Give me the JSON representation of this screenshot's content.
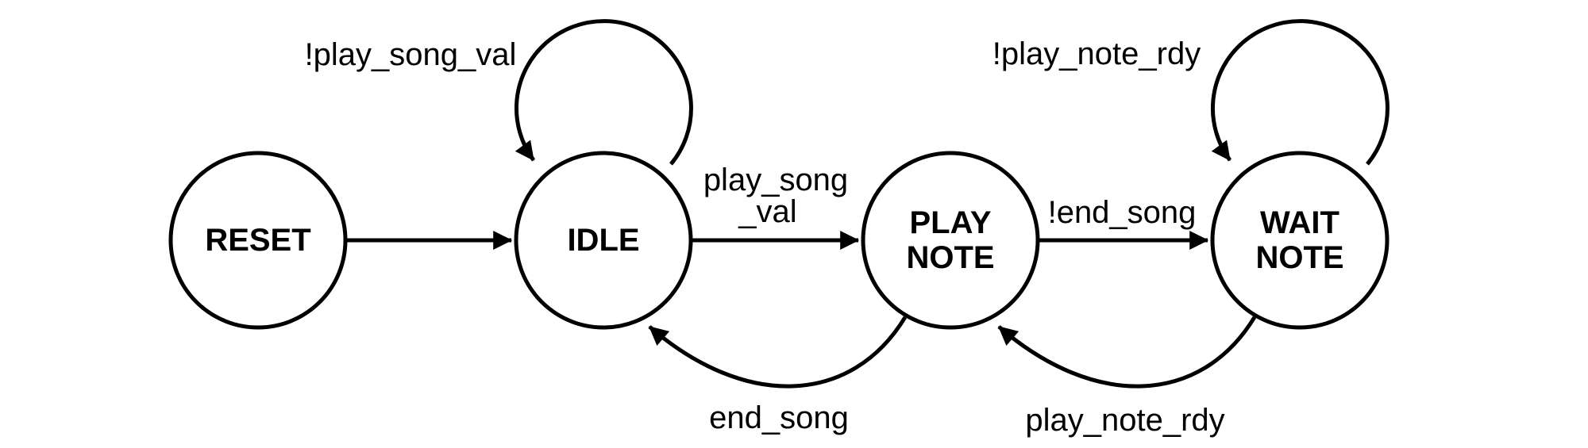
{
  "diagram": {
    "type": "finite-state-machine",
    "colors": {
      "stroke": "#000000",
      "text": "#000000",
      "background": "#ffffff"
    },
    "states": {
      "reset": {
        "label": "RESET"
      },
      "idle": {
        "label": "IDLE"
      },
      "play_note": {
        "label": "PLAY NOTE",
        "line1": "PLAY",
        "line2": "NOTE"
      },
      "wait_note": {
        "label": "WAIT NOTE",
        "line1": "WAIT",
        "line2": "NOTE"
      }
    },
    "transitions": {
      "reset_to_idle": {
        "from": "RESET",
        "to": "IDLE",
        "label": ""
      },
      "idle_self_loop": {
        "from": "IDLE",
        "to": "IDLE",
        "label": "!play_song_val"
      },
      "idle_to_play_note": {
        "from": "IDLE",
        "to": "PLAY NOTE",
        "label": "play_song _val",
        "label_line1": "play_song",
        "label_line2": "_val"
      },
      "play_note_to_wait_note": {
        "from": "PLAY NOTE",
        "to": "WAIT NOTE",
        "label": "!end_song"
      },
      "wait_note_self_loop": {
        "from": "WAIT NOTE",
        "to": "WAIT NOTE",
        "label": "!play_note_rdy"
      },
      "play_note_to_idle": {
        "from": "PLAY NOTE",
        "to": "IDLE",
        "label": "end_song"
      },
      "wait_note_to_play_note": {
        "from": "WAIT NOTE",
        "to": "PLAY NOTE",
        "label": "play_note_rdy"
      }
    }
  }
}
